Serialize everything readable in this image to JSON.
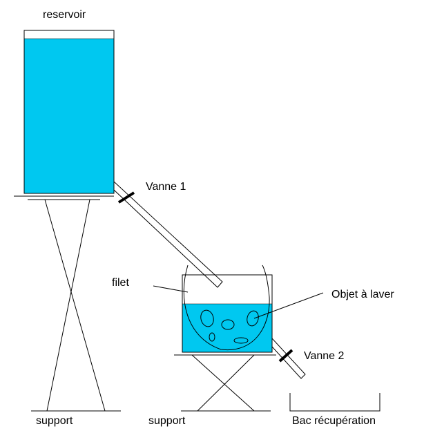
{
  "labels": {
    "reservoir": "reservoir",
    "valve1": "Vanne 1",
    "net": "filet",
    "object": "Objet à laver",
    "valve2": "Vanne 2",
    "support_left": "support",
    "support_right": "support",
    "collection_tray": "Bac récupération"
  },
  "colors": {
    "water": "#00c8f0",
    "line": "#000000",
    "background": "#ffffff"
  }
}
